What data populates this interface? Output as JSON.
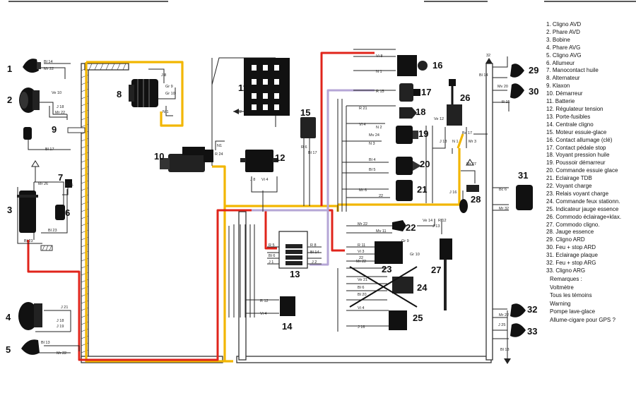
{
  "legend": [
    "1. Cligno AVD",
    "2. Phare AVD",
    "3. Bobine",
    "4. Phare AVG",
    "5. Cligno AVG",
    "6. Allumeur",
    "7. Manocontact huile",
    "8. Alternateur",
    "9. Klaxon",
    "10. Démarreur",
    "11. Batterie",
    "12. Régulateur tension",
    "13. Porte-fusibles",
    "14. Centrale cligno",
    "15. Moteur essuie-glace",
    "16. Contact allumage (clé)",
    "17. Contact pédale stop",
    "18. Voyant pression huile",
    "19. Poussoir démarreur",
    "20. Commande essuie glace",
    "21. Eclairage TDB",
    "22. Voyant charge",
    "23. Relais voyant charge",
    "24. Commande feux stationn.",
    "25. Indicateur jauge essence",
    "26. Commodo éclairage+klax.",
    "27. Commodo cligno.",
    "28. Jauge essence",
    "29. Cligno ARD",
    "30. Feu + stop ARD",
    "31. Eclairage plaque",
    "32. Feu + stop ARG",
    "33. Cligno ARG"
  ],
  "remarks": {
    "title": "Remarques :",
    "items": [
      "Voltmètre",
      "Tous les témoins",
      "Warning",
      "Pompe lave-glace",
      "Allume-cigare pour GPS ?"
    ]
  },
  "component_numbers": {
    "n1": "1",
    "n2": "2",
    "n3": "3",
    "n4": "4",
    "n5": "5",
    "n6": "6",
    "n7": "7",
    "n8": "8",
    "n9": "9",
    "n10": "10",
    "n11": "11",
    "n12": "12",
    "n13": "13",
    "n14": "14",
    "n15": "15",
    "n16": "16",
    "n17": "17",
    "n18": "18",
    "n19": "19",
    "n20": "20",
    "n21": "21",
    "n22": "22",
    "n23": "23",
    "n24": "24",
    "n25": "25",
    "n26": "26",
    "n27": "27",
    "n28": "28",
    "n29": "29",
    "n30": "30",
    "n31": "31",
    "n32": "32",
    "n33": "33"
  },
  "wire_labels": {
    "bl14": "Bl 14",
    "mr22a": "Mr 22",
    "ve10": "Ve 10",
    "j18a": "J 18",
    "mr22b": "Mr 22",
    "bl17": "Bl 17",
    "j8": "J 8",
    "gr9": "Gr 9",
    "gr10": "Gr 10",
    "n1a": "N 1",
    "r24": "R 24",
    "n1b": "N1",
    "mr26": "Mr 26",
    "bl23a": "Bl 23",
    "bl23b": "Bl 23",
    "r25": "R 25",
    "j21": "J 21",
    "j18b": "J 18",
    "j19": "J 19",
    "bl13": "Bl 13",
    "mr22c": "Mr 22",
    "j8b": "J 8",
    "vi4a": "Vi 4",
    "r6": "R 6",
    "bl17b": "Bl 17",
    "n22": "22",
    "vi8": "Vi 8",
    "n1c": "N 1",
    "r15": "R 15",
    "r21": "R 21",
    "vi4b": "Vi 4",
    "mv24": "Mv 24",
    "n2": "N 2",
    "n3": "N 3",
    "bl4": "Bl 4",
    "bl5": "Bl 5",
    "mr6": "Mr 6",
    "n22b": "22",
    "ve12": "Ve 12",
    "bc17": "Bc 17",
    "j18c": "J 18",
    "n1d": "N 1",
    "mr3": "Mr 3",
    "mr27": "Mr 27",
    "j16": "J 16",
    "r5": "R 5",
    "bl6": "Bl 6",
    "r8": "R 8",
    "bl14b": "Bl 14",
    "j1": "J 1",
    "j2": "J 2",
    "mr22d": "Mr 22",
    "mv11": "Mv 11",
    "ve14": "Ve 14",
    "j13": "J 13",
    "r12": "R 12",
    "r11": "R 11",
    "vi3": "Vi 3",
    "n22c": "22",
    "gr9b": "Gr 9",
    "gr10b": "Gr 10",
    "mr22e": "Mr 22",
    "ve21": "Ve 21",
    "bl6b": "Bl 6",
    "bl20": "Bl 20",
    "vi4c": "Vi 4",
    "j16b": "J 16",
    "r12b": "R 12",
    "vi4d": "Vi 4",
    "bc6": "Bc 6",
    "mr32": "Mr 32",
    "n32": "32",
    "bl14c": "Bl 14",
    "mv20": "Mv 20",
    "r15b": "R 15",
    "j25": "J 25",
    "bl13b": "Bl 13",
    "mr22f": "Mr 22"
  },
  "colors": {
    "red_wire": "#e0241b",
    "yellow_wire": "#f2b600",
    "lilac_wire": "#b5a6d6",
    "black_wire": "#222222"
  }
}
